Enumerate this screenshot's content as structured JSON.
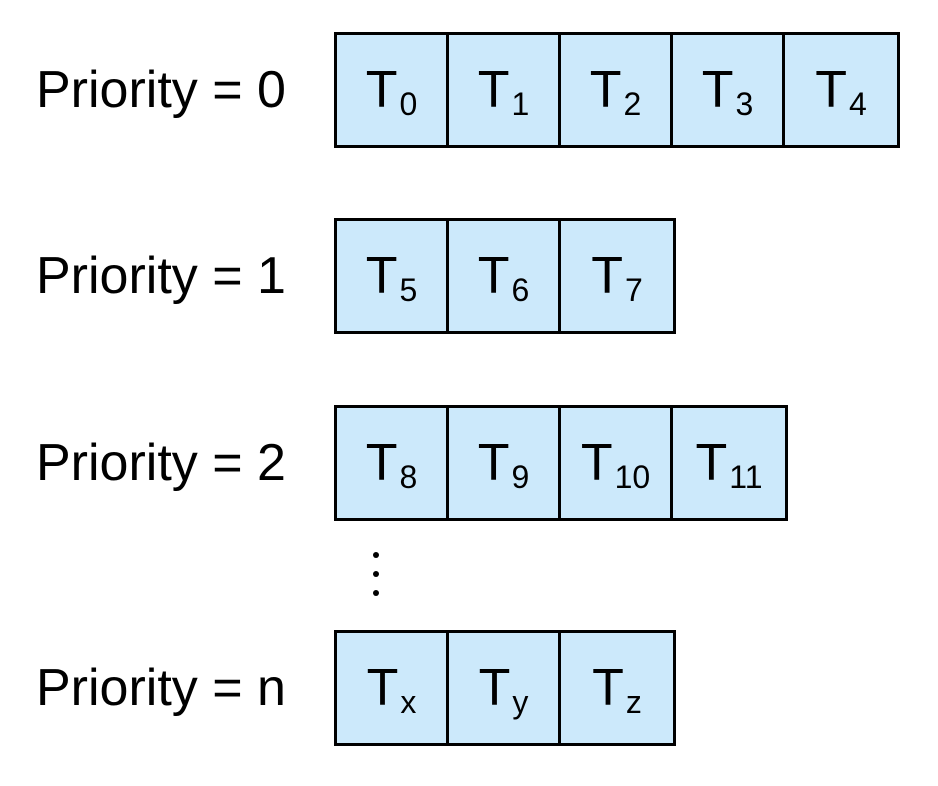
{
  "colors": {
    "cell_fill": "#cce9fb",
    "border": "#000000",
    "text": "#000000"
  },
  "queues": [
    {
      "label": "Priority = 0",
      "tasks": [
        {
          "base": "T",
          "sub": "0"
        },
        {
          "base": "T",
          "sub": "1"
        },
        {
          "base": "T",
          "sub": "2"
        },
        {
          "base": "T",
          "sub": "3"
        },
        {
          "base": "T",
          "sub": "4"
        }
      ]
    },
    {
      "label": "Priority = 1",
      "tasks": [
        {
          "base": "T",
          "sub": "5"
        },
        {
          "base": "T",
          "sub": "6"
        },
        {
          "base": "T",
          "sub": "7"
        }
      ]
    },
    {
      "label": "Priority = 2",
      "tasks": [
        {
          "base": "T",
          "sub": "8"
        },
        {
          "base": "T",
          "sub": "9"
        },
        {
          "base": "T",
          "sub": "10"
        },
        {
          "base": "T",
          "sub": "11"
        }
      ]
    },
    {
      "label": "Priority = n",
      "tasks": [
        {
          "base": "T",
          "sub": "x"
        },
        {
          "base": "T",
          "sub": "y"
        },
        {
          "base": "T",
          "sub": "z"
        }
      ]
    }
  ]
}
